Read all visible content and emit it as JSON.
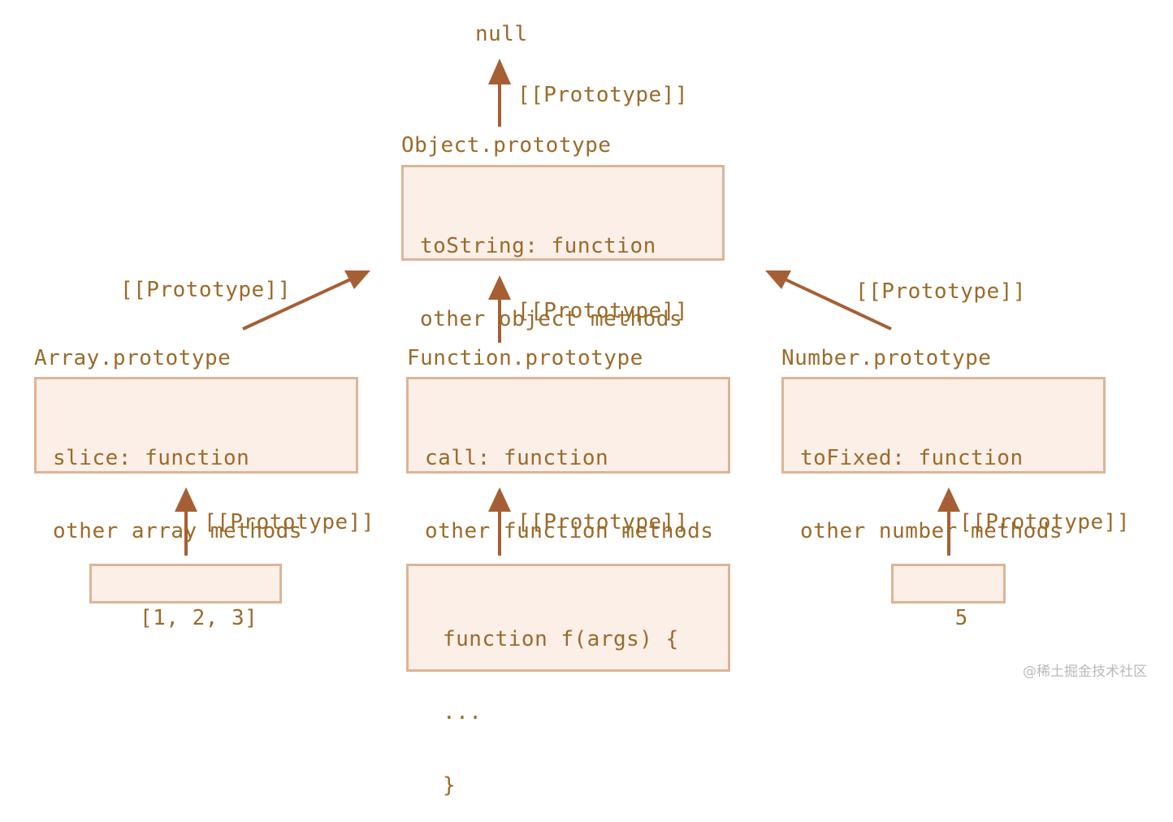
{
  "colors": {
    "text": "#9b6a2a",
    "box_fill": "#fbefe8",
    "box_border": "#dcb595",
    "arrow": "#a65f34"
  },
  "null_label": "null",
  "prototype_label": "[[Prototype]]",
  "object_proto": {
    "title": "Object.prototype",
    "lines": [
      "toString: function",
      "other object methods"
    ]
  },
  "array_proto": {
    "title": "Array.prototype",
    "lines": [
      "slice: function",
      "other array methods"
    ]
  },
  "function_proto": {
    "title": "Function.prototype",
    "lines": [
      "call: function",
      "other function methods"
    ]
  },
  "number_proto": {
    "title": "Number.prototype",
    "lines": [
      "toFixed: function",
      "other number methods"
    ]
  },
  "array_instance": {
    "text": "[1, 2, 3]"
  },
  "function_instance": {
    "lines": [
      "function f(args) {",
      "...",
      "}"
    ]
  },
  "number_instance": {
    "text": "5"
  },
  "watermark": "@稀土掘金技术社区"
}
